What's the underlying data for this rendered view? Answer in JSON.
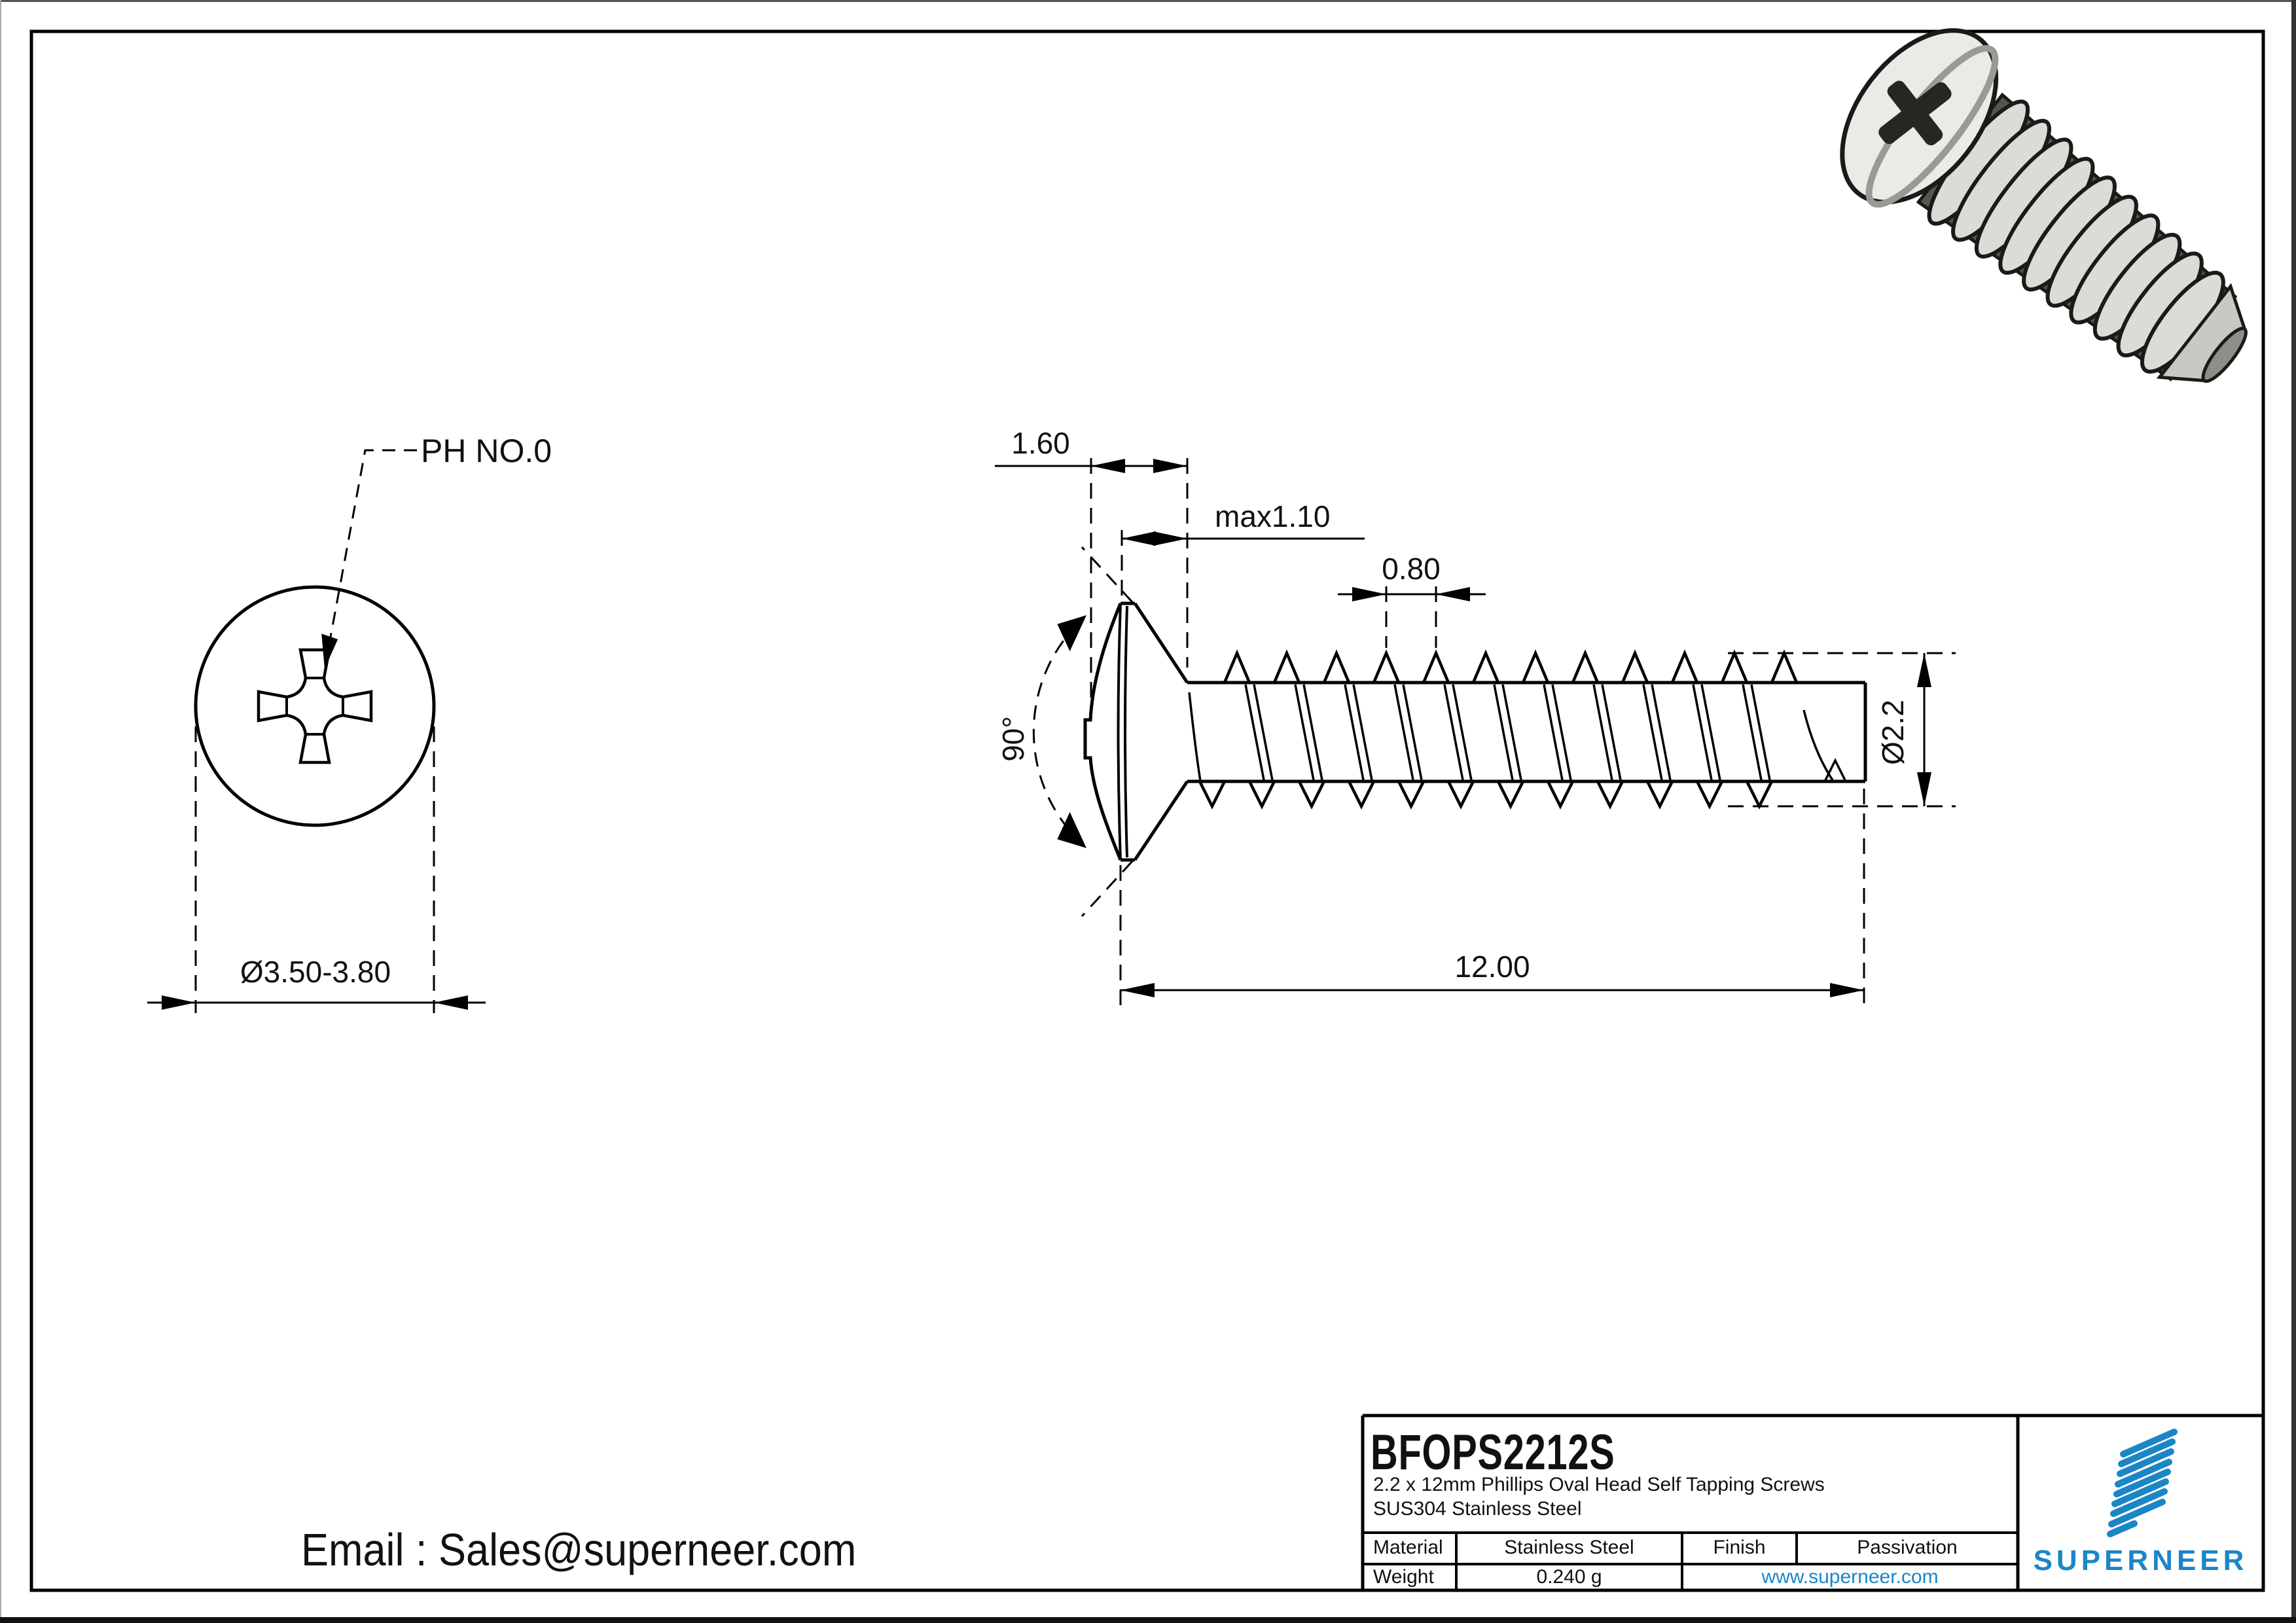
{
  "drawing": {
    "front_view": {
      "ph_label": "PH NO.0",
      "head_diameter": "Ø3.50-3.80"
    },
    "side_view": {
      "head_height": "1.60",
      "dome_height": "max1.10",
      "thread_pitch": "0.80",
      "countersink_angle": "90°",
      "thread_diameter": "Ø2.2",
      "length": "12.00"
    }
  },
  "title_block": {
    "part_number": "BFOPS2212S",
    "description_line1": "2.2 x 12mm Phillips Oval Head Self Tapping Screws",
    "description_line2": "SUS304 Stainless Steel",
    "material_label": "Material",
    "material_value": "Stainless Steel",
    "finish_label": "Finish",
    "finish_value": "Passivation",
    "weight_label": "Weight",
    "weight_value": "0.240 g",
    "website": "www.superneer.com",
    "brand": "SUPERNEER"
  },
  "footer": {
    "email": "Email : Sales@superneer.com"
  },
  "colors": {
    "accent_blue": "#1b86c6",
    "line_black": "#000000"
  }
}
